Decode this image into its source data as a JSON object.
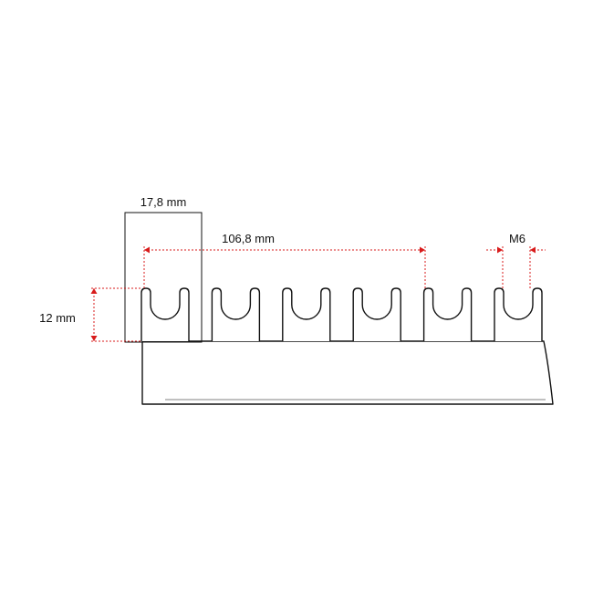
{
  "diagram": {
    "labels": {
      "width_module": "17,8 mm",
      "pitch_span": "106,8 mm",
      "height": "12 mm",
      "thread": "M6"
    },
    "colors": {
      "outline": "#111111",
      "dimension": "#d81b1b",
      "background": "#ffffff"
    }
  }
}
